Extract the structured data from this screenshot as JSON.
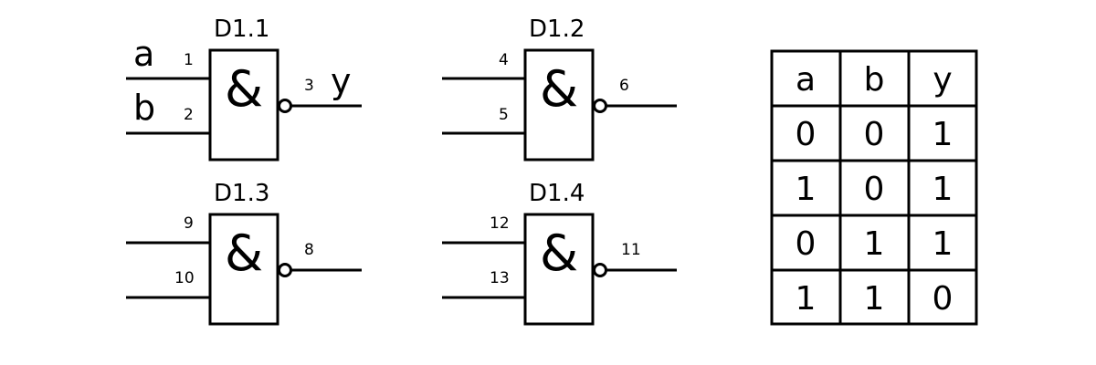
{
  "gates": [
    {
      "title": "D1.1",
      "symbol": "&",
      "inputs": [
        "1",
        "2"
      ],
      "output": "3",
      "input_signals": [
        "a",
        "b"
      ],
      "output_signal": "y"
    },
    {
      "title": "D1.2",
      "symbol": "&",
      "inputs": [
        "4",
        "5"
      ],
      "output": "6",
      "input_signals": [
        "",
        ""
      ],
      "output_signal": ""
    },
    {
      "title": "D1.3",
      "symbol": "&",
      "inputs": [
        "9",
        "10"
      ],
      "output": "8",
      "input_signals": [
        "",
        ""
      ],
      "output_signal": ""
    },
    {
      "title": "D1.4",
      "symbol": "&",
      "inputs": [
        "12",
        "13"
      ],
      "output": "11",
      "input_signals": [
        "",
        ""
      ],
      "output_signal": ""
    }
  ],
  "truth_table": {
    "headers": [
      "a",
      "b",
      "y"
    ],
    "rows": [
      [
        "0",
        "0",
        "1"
      ],
      [
        "1",
        "0",
        "1"
      ],
      [
        "0",
        "1",
        "1"
      ],
      [
        "1",
        "1",
        "0"
      ]
    ]
  }
}
